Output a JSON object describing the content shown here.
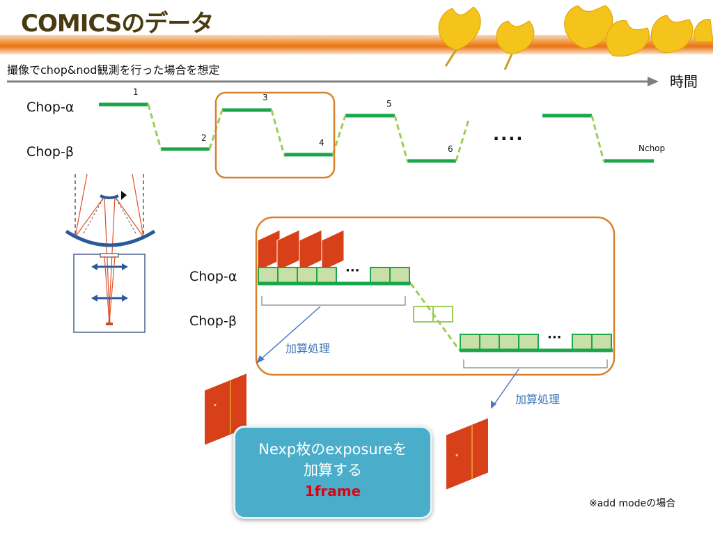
{
  "title": "COMICSのデータ",
  "subtitle": "撮像でchop&nod観測を行った場合を想定",
  "time_label": "時間",
  "timeline": {
    "chop_alpha_label": "Chop-α",
    "chop_beta_label": "Chop-β",
    "step_numbers": [
      "1",
      "2",
      "3",
      "4",
      "5",
      "6",
      "Nchop"
    ],
    "ellipsis": "····"
  },
  "zoom": {
    "chop_alpha_label": "Chop-α",
    "chop_beta_label": "Chop-β",
    "ellipsis": "···"
  },
  "sum_label_left": "加算処理",
  "sum_label_right": "加算処理",
  "callout": {
    "line1": "Nexp枚のexposureを",
    "line2": "加算する",
    "line3": "1frame"
  },
  "note": "※add modeの場合",
  "colors": {
    "accent_orange": "#d9802a",
    "chop_green": "#1aa64a",
    "dash_green": "#9ccc55",
    "frame_green": "#c8e0a8",
    "callout_blue": "#4aaecb",
    "frame_red": "#e00010"
  }
}
